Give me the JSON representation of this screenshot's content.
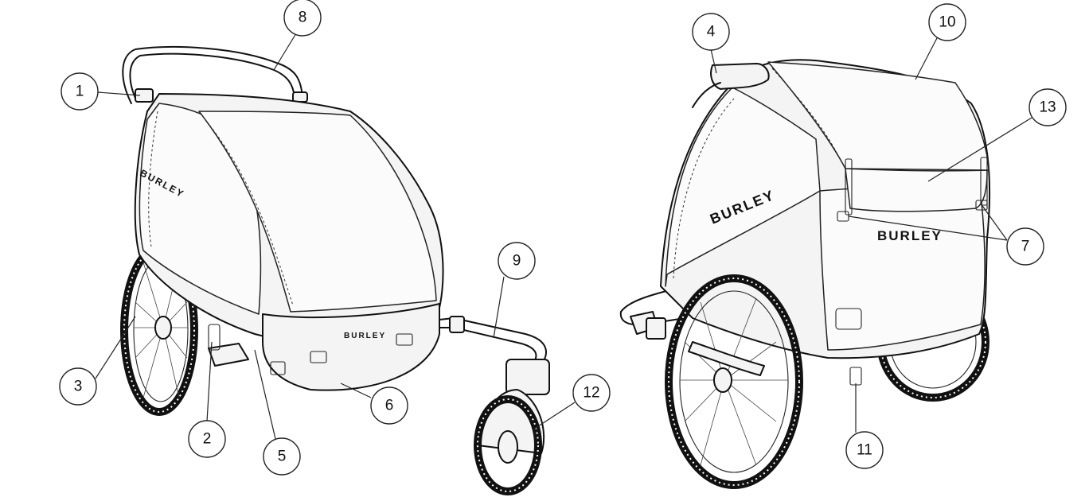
{
  "brand": {
    "logo_text": "BURLEY"
  },
  "callouts": [
    {
      "number": "1"
    },
    {
      "number": "2"
    },
    {
      "number": "3"
    },
    {
      "number": "4"
    },
    {
      "number": "5"
    },
    {
      "number": "6"
    },
    {
      "number": "7"
    },
    {
      "number": "8"
    },
    {
      "number": "9"
    },
    {
      "number": "10"
    },
    {
      "number": "11"
    },
    {
      "number": "12"
    },
    {
      "number": "13"
    }
  ]
}
